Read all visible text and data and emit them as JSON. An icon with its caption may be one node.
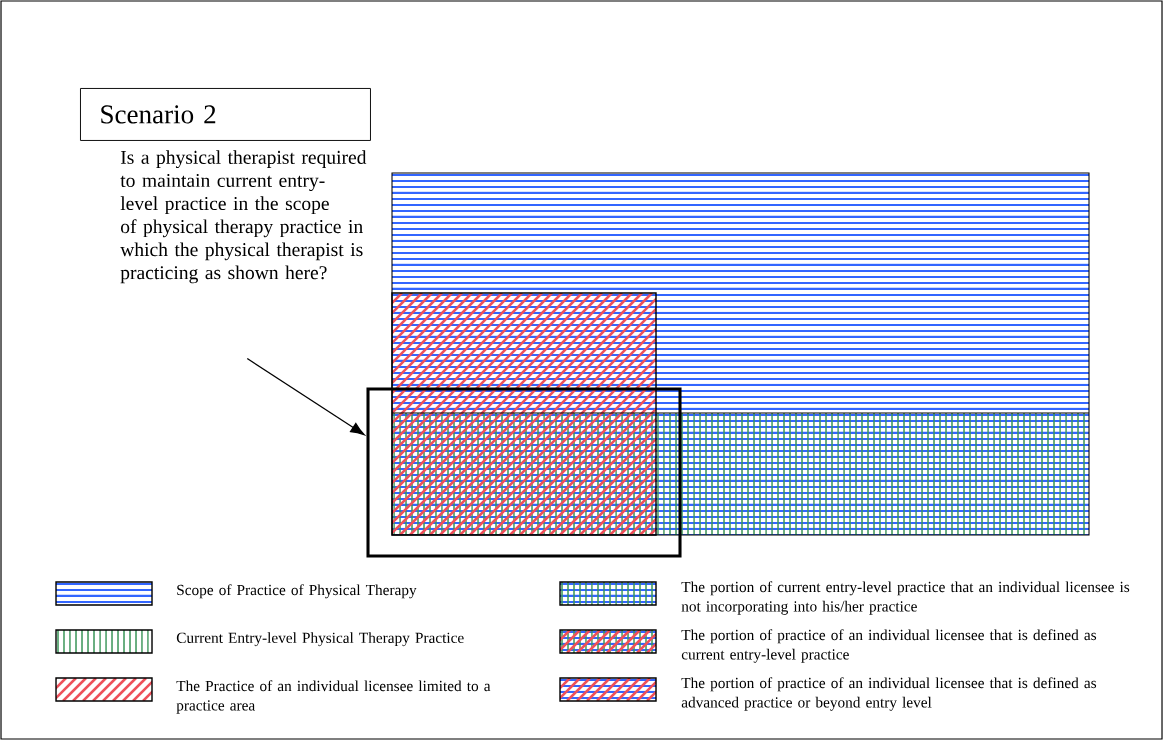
{
  "diagram": {
    "nodes": [
      {
        "text": [
          "Scenario 2"
        ]
      },
      {
        "text": [
          "Is a physical therapist required to maintain current entry-level practice in the scope of physical therapy practice in which the physical therapist is practicing as shown here?"
        ]
      },
      {
        "text": [],
        "shape": "box"
      }
    ],
    "edges": [
      {
        "from": 1,
        "to": 2,
        "arrow": "to"
      }
    ],
    "legend": [
      {
        "text": "Scope of Practice of Physical Therapy"
      },
      {
        "text": "Current Entry-level Physical Therapy Practice"
      },
      {
        "text": "The Practice of an individual licensee limited to a practice area"
      },
      {
        "text": "The portion of current entry-level practice that an individual licensee is not incorporating into his/her practice"
      },
      {
        "text": "The portion of practice of an individual licensee that is defined as current entry-level practice"
      },
      {
        "text": "The portion of practice of an individual licensee that is defined as advanced practice or beyond entry level"
      }
    ]
  }
}
